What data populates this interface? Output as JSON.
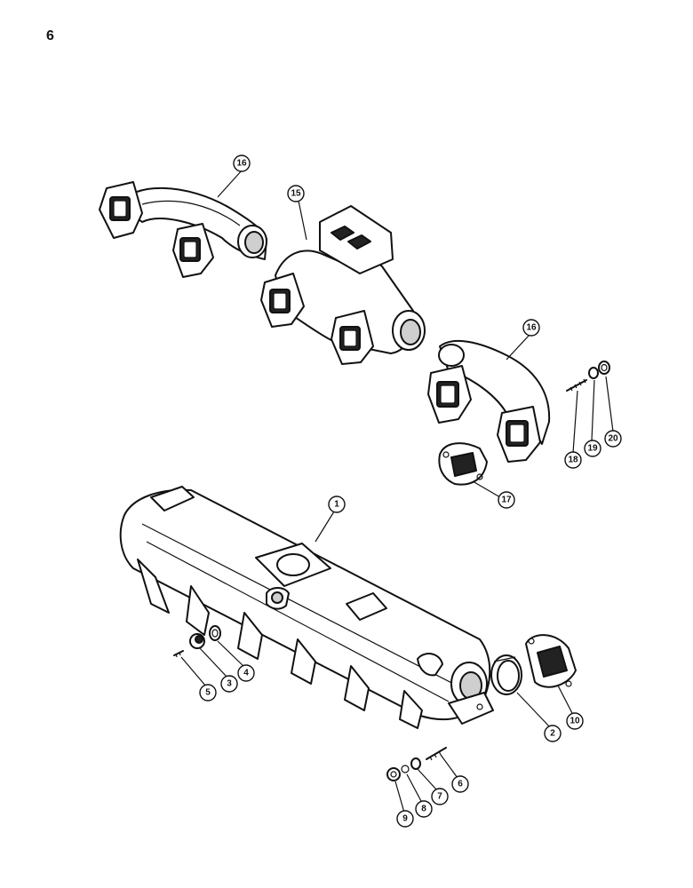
{
  "page": {
    "number": "6"
  },
  "callouts": {
    "c1": "1",
    "c2": "2",
    "c3": "3",
    "c4": "4",
    "c5": "5",
    "c6": "6",
    "c7": "7",
    "c8": "8",
    "c9": "9",
    "c10": "10",
    "c15": "15",
    "c16a": "16",
    "c16b": "16",
    "c17": "17",
    "c18": "18",
    "c19": "19",
    "c20": "20"
  }
}
